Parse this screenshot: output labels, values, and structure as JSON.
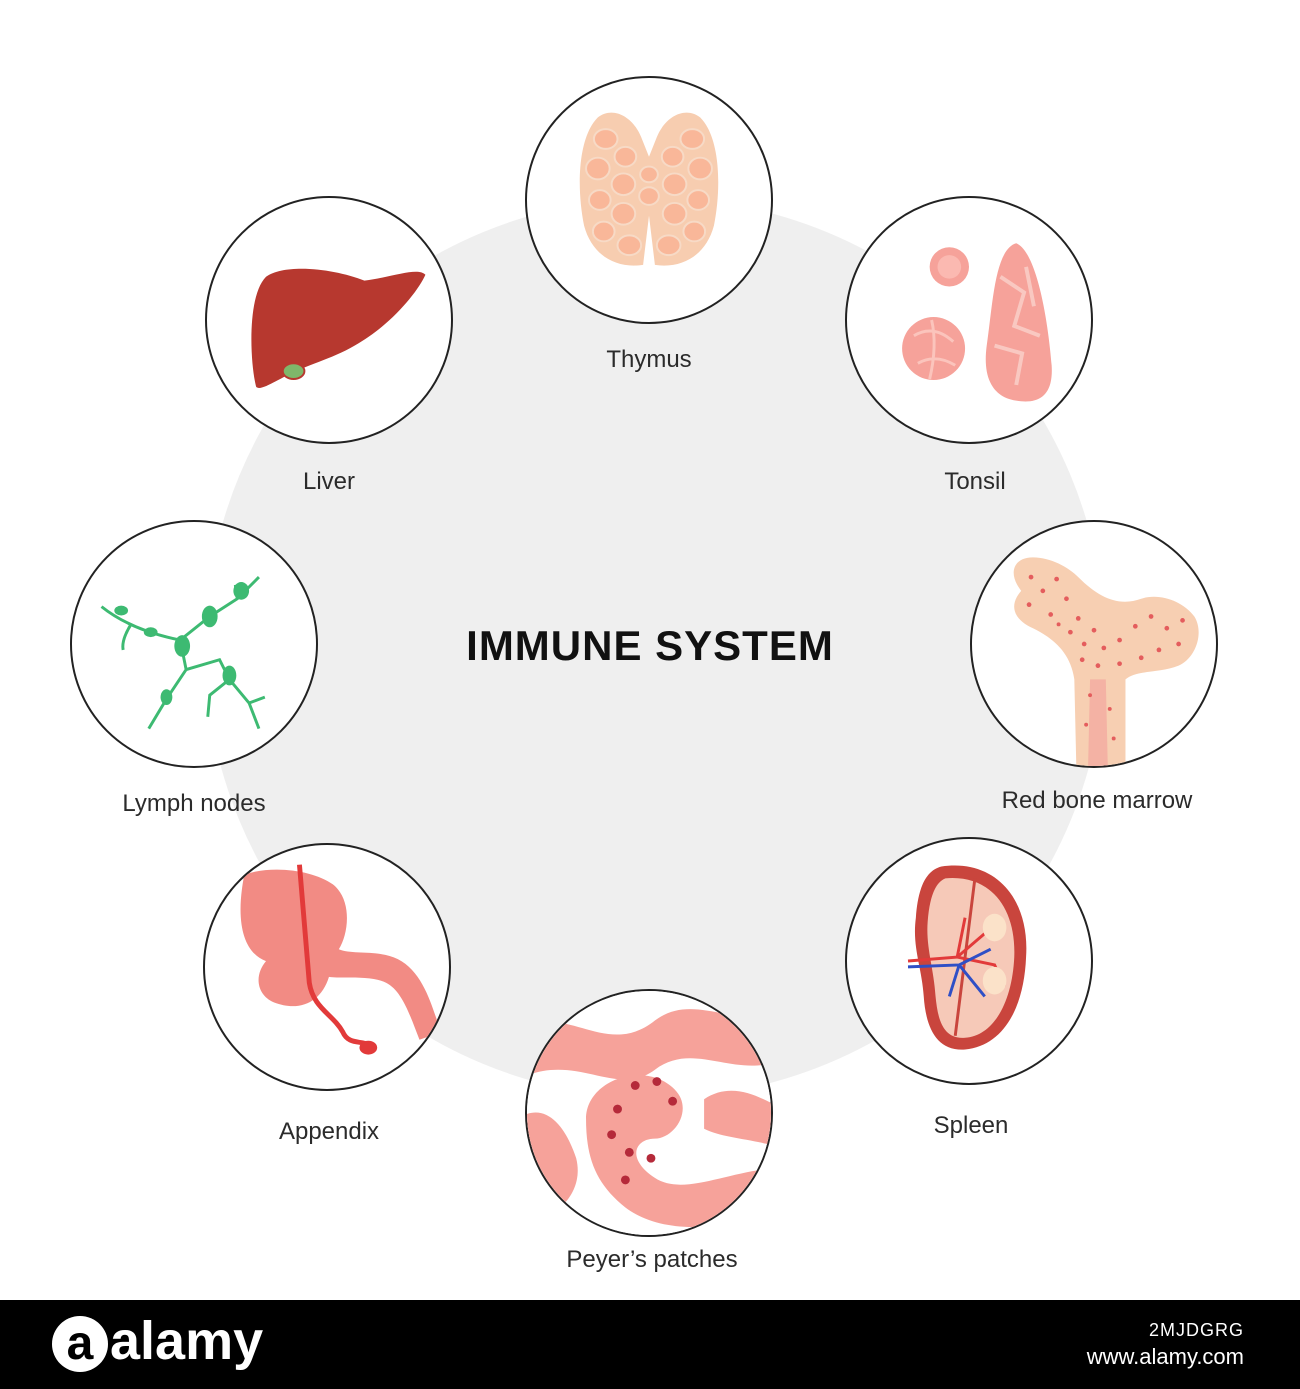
{
  "title": "IMMUNE SYSTEM",
  "organs": {
    "thymus": {
      "label": "Thymus"
    },
    "tonsil": {
      "label": "Tonsil"
    },
    "liver": {
      "label": "Liver"
    },
    "lymph_nodes": {
      "label": "Lymph nodes"
    },
    "red_bone_marrow": {
      "label": "Red bone marrow"
    },
    "appendix": {
      "label": "Appendix"
    },
    "spleen": {
      "label": "Spleen"
    },
    "peyers_patches": {
      "label": "Peyer’s patches"
    }
  },
  "footer": {
    "logo": "alamy",
    "image_id": "2MJDGRG",
    "url": "www.alamy.com"
  },
  "colors": {
    "background_disc": "#efefef",
    "liver": "#b7382f",
    "lymph": "#3dba72",
    "pink": "#f6a29a",
    "vessel_red": "#e23a3a",
    "vessel_blue": "#2f4fc6"
  }
}
